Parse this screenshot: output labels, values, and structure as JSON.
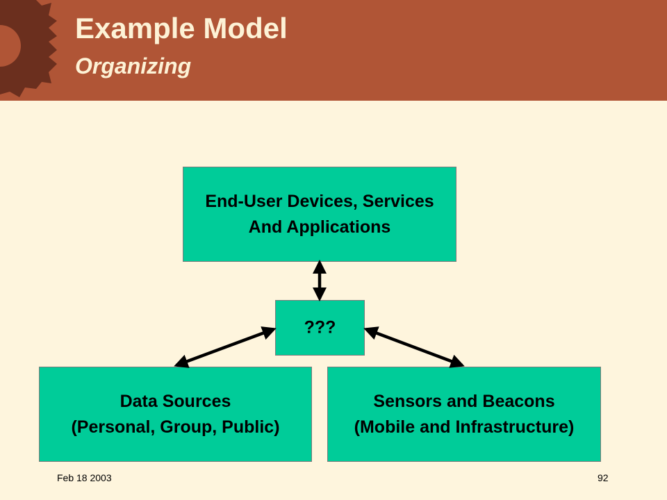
{
  "slide": {
    "title": "Example Model",
    "subtitle": "Organizing",
    "date": "Feb 18 2003",
    "page_number": "92"
  },
  "colors": {
    "header": "#B05536",
    "gear": "#6B2F1E",
    "background": "#FEF5DD",
    "box": "#00CC99",
    "title_text": "#FDF2D6"
  },
  "diagram": {
    "top_box": {
      "line1": "End-User Devices, Services",
      "line2": "And Applications"
    },
    "middle_box": {
      "label": "???"
    },
    "left_box": {
      "line1": "Data Sources",
      "line2": "(Personal, Group, Public)"
    },
    "right_box": {
      "line1": "Sensors and Beacons",
      "line2": "(Mobile and Infrastructure)"
    }
  }
}
